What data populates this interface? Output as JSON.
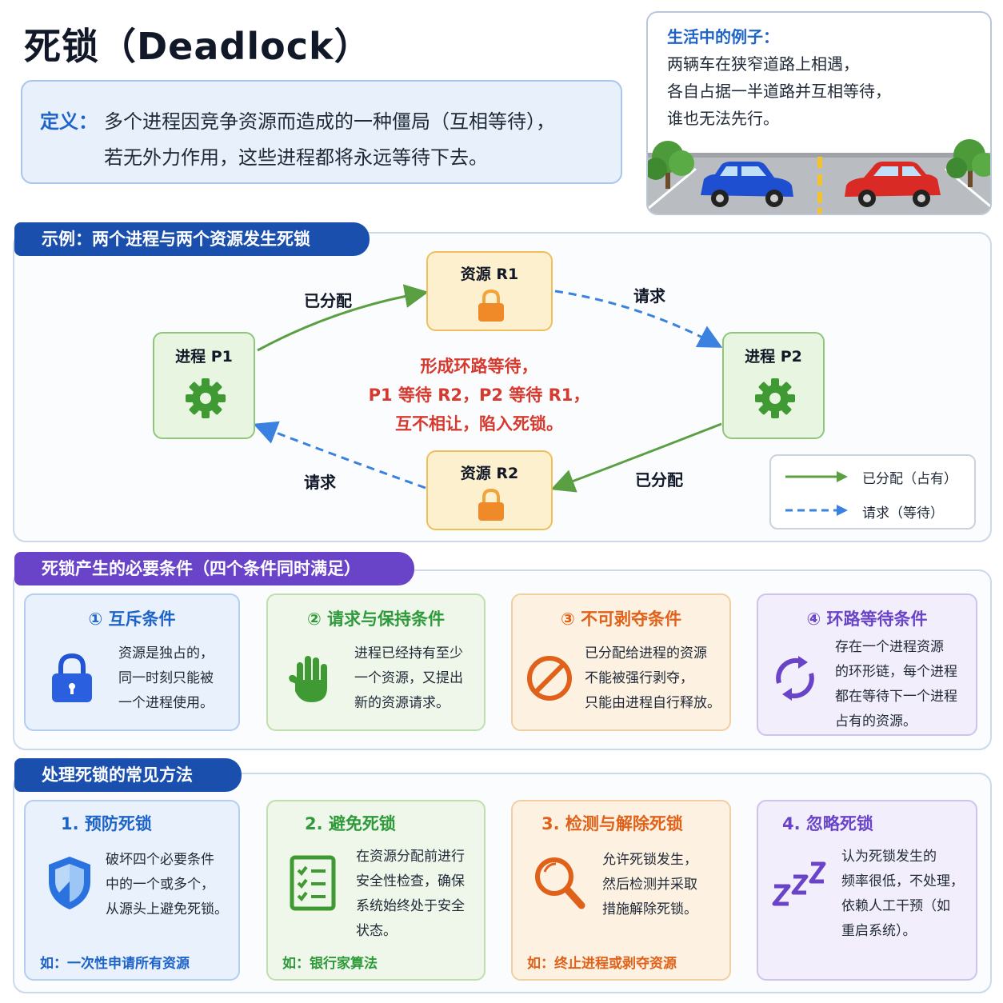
{
  "title": "死锁（Deadlock）",
  "definition": {
    "label": "定义：",
    "line1": "多个进程因竞争资源而造成的一种僵局（互相等待），",
    "line2": "若无外力作用，这些进程都将永远等待下去。"
  },
  "life_example": {
    "title": "生活中的例子：",
    "lines": [
      "两辆车在狭窄道路上相遇，",
      "各自占据一半道路并互相等待，",
      "谁也无法先行。"
    ]
  },
  "example_section": {
    "tab": "示例：两个进程与两个资源发生死锁",
    "process_p1": "进程 P1",
    "process_p2": "进程 P2",
    "resource_r1": "资源 R1",
    "resource_r2": "资源 R2",
    "label_top_left": "已分配",
    "label_top_right": "请求",
    "label_bottom_left": "请求",
    "label_bottom_right": "已分配",
    "center_lines": [
      "形成环路等待，",
      "P1 等待 R2，P2 等待 R1，",
      "互不相让，陷入死锁。"
    ],
    "legend": {
      "allocated": "已分配（占有）",
      "request": "请求（等待）"
    }
  },
  "conditions_section": {
    "tab": "死锁产生的必要条件（四个条件同时满足）",
    "cards": [
      {
        "title": "① 互斥条件",
        "lines": [
          "资源是独占的，",
          "同一时刻只能被",
          "一个进程使用。"
        ]
      },
      {
        "title": "② 请求与保持条件",
        "lines": [
          "进程已经持有至少",
          "一个资源，又提出",
          "新的资源请求。"
        ]
      },
      {
        "title": "③ 不可剥夺条件",
        "lines": [
          "已分配给进程的资源",
          "不能被强行剥夺，",
          "只能由进程自行释放。"
        ]
      },
      {
        "title": "④ 环路等待条件",
        "lines": [
          "存在一个进程资源",
          "的环形链，每个进程",
          "都在等待下一个进程",
          "占有的资源。"
        ]
      }
    ]
  },
  "methods_section": {
    "tab": "处理死锁的常见方法",
    "cards": [
      {
        "title": "1. 预防死锁",
        "lines": [
          "破坏四个必要条件",
          "中的一个或多个，",
          "从源头上避免死锁。"
        ],
        "example": "如：一次性申请所有资源"
      },
      {
        "title": "2. 避免死锁",
        "lines": [
          "在资源分配前进行",
          "安全性检查，确保",
          "系统始终处于安全",
          "状态。"
        ],
        "example": "如：银行家算法"
      },
      {
        "title": "3. 检测与解除死锁",
        "lines": [
          "允许死锁发生，",
          "然后检测并采取",
          "措施解除死锁。"
        ],
        "example": "如：终止进程或剥夺资源"
      },
      {
        "title": "4. 忽略死锁",
        "lines": [
          "认为死锁发生的",
          "频率很低，不处理，",
          "依赖人工干预（如",
          "重启系统）。"
        ]
      }
    ]
  },
  "colors": {
    "blue": "#1d63c8",
    "green": "#2e9a3a",
    "orange": "#e0621a",
    "purple": "#6a44c8",
    "red": "#d63a2f"
  }
}
